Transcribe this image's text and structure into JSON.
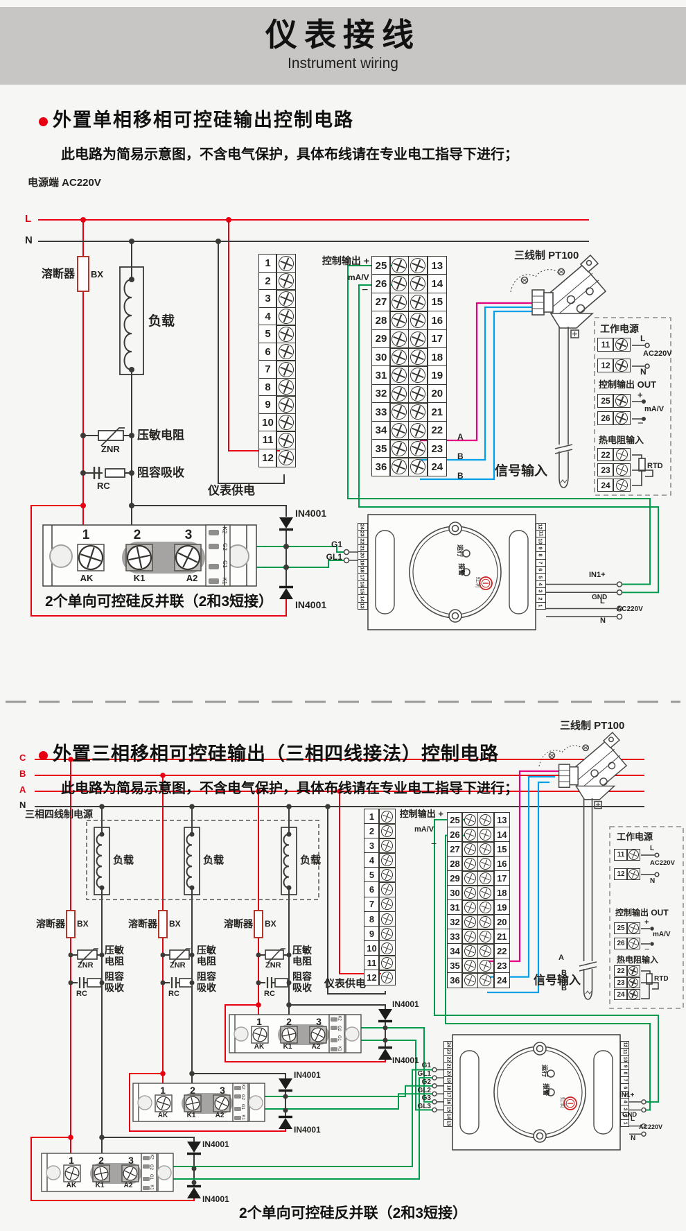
{
  "header": {
    "title": "仪表接线",
    "subtitle": "Instrument wiring"
  },
  "common": {
    "note": "此电路为简易示意图，不含电气保护，具体布线请在专业电工指导下进行；",
    "fuse_label": "溶断器",
    "fuse_code": "BX",
    "load": "负载",
    "znr_label": "压敏电阻",
    "znr_code": "ZNR",
    "rc_label": "阻容吸收",
    "rc_code": "RC",
    "meter_supply": "仪表供电",
    "ctrl_out_plus": "控制输出 +",
    "mav": "mA/V",
    "minus": "−",
    "pt100": "三线制 PT100",
    "signal_input": "信号输入",
    "a": "A",
    "b": "B",
    "diode": "IN4001",
    "scr_note": "2个单向可控硅反并联（2和3短接）"
  },
  "terms": {
    "left": [
      "1",
      "2",
      "3",
      "4",
      "5",
      "6",
      "7",
      "8",
      "9",
      "10",
      "11",
      "12"
    ],
    "mid": [
      {
        "l": "25",
        "r": "13"
      },
      {
        "l": "26",
        "r": "14"
      },
      {
        "l": "27",
        "r": "15"
      },
      {
        "l": "28",
        "r": "16"
      },
      {
        "l": "29",
        "r": "17"
      },
      {
        "l": "30",
        "r": "18"
      },
      {
        "l": "31",
        "r": "19"
      },
      {
        "l": "32",
        "r": "20"
      },
      {
        "l": "33",
        "r": "21"
      },
      {
        "l": "34",
        "r": "22"
      },
      {
        "l": "35",
        "r": "23"
      },
      {
        "l": "36",
        "r": "24"
      }
    ]
  },
  "thy": {
    "nums": [
      "1",
      "2",
      "3"
    ],
    "pads": [
      "AK",
      "K1",
      "A2"
    ],
    "conn": [
      "K2",
      "G2",
      "G1",
      "K1"
    ]
  },
  "fmod": {
    "left": [
      "24",
      "23",
      "22",
      "21",
      "20",
      "19",
      "18",
      "17",
      "16",
      "15",
      "14",
      "13"
    ],
    "right": [
      "12",
      "11",
      "10",
      "9",
      "8",
      "7",
      "6",
      "5",
      "4",
      "3",
      "2",
      "1"
    ],
    "run": "运行",
    "alarm": "报警",
    "brand": "虹润",
    "in1": "IN1+",
    "gnd": "GND",
    "l": "L",
    "n": "N",
    "ac": "AC220V"
  },
  "panel": {
    "work_power": "工作电源",
    "n11": "11",
    "n12": "12",
    "l": "L",
    "n": "N",
    "ac": "AC220V",
    "ctrl_out": "控制输出 OUT",
    "n25": "25",
    "n26": "26",
    "plus": "+",
    "mav": "mA/V",
    "minus": "−",
    "rtd_in": "热电阻输入",
    "n22": "22",
    "n23": "23",
    "n24": "24",
    "rtd": "RTD"
  },
  "s1": {
    "title": "外置单相移相可控硅输出控制电路",
    "power": "电源端  AC220V",
    "l": "L",
    "n": "N",
    "gates": [
      "G1",
      "GL1"
    ]
  },
  "s2": {
    "title": "外置三相移相可控硅输出（三相四线接法）控制电路",
    "power": "三相四线制电源",
    "c": "C",
    "b": "B",
    "a": "A",
    "n": "N",
    "gates": [
      "G1",
      "GL1",
      "G2",
      "GL2",
      "G3",
      "GL3"
    ]
  }
}
